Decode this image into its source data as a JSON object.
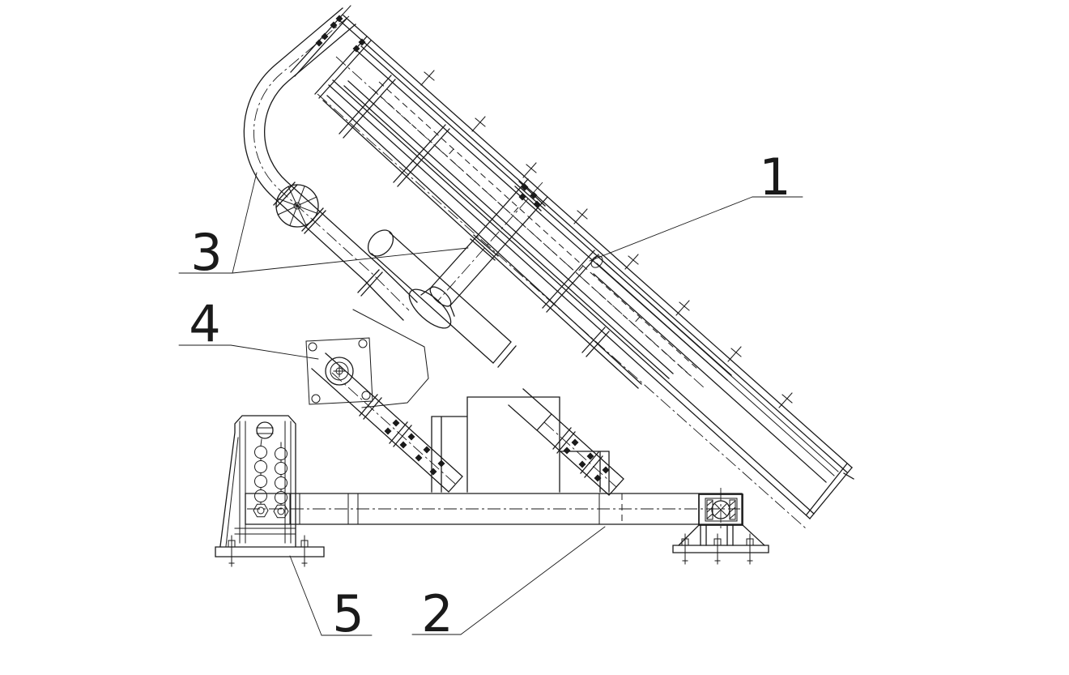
{
  "drawing": {
    "background": "#ffffff",
    "line_color": "#1a1a1a",
    "callouts": [
      {
        "label": "1"
      },
      {
        "label": "2"
      },
      {
        "label": "3"
      },
      {
        "label": "4"
      },
      {
        "label": "5"
      }
    ]
  }
}
